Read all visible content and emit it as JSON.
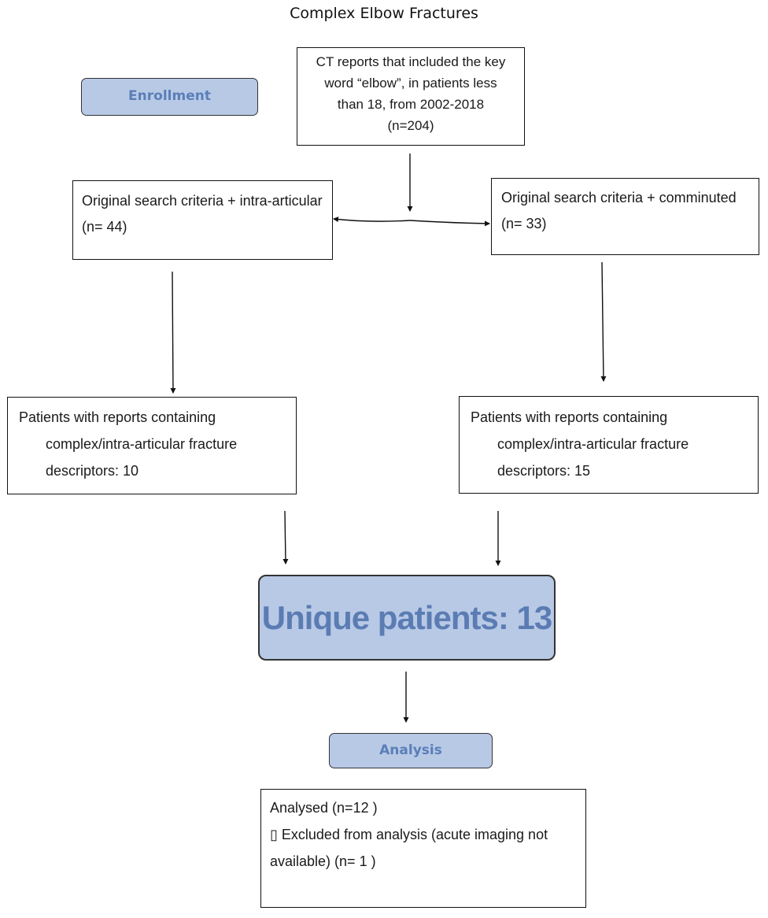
{
  "title": "Complex Elbow Fractures",
  "labels": {
    "enrollment": "Enrollment",
    "analysis": "Analysis"
  },
  "nodes": {
    "ct_reports": {
      "lines": [
        "CT reports that included the key",
        "word “elbow”, in patients less",
        "than 18, from 2002-2018",
        "(n=204)"
      ]
    },
    "intra_articular": {
      "lines": [
        "Original search criteria + intra-articular",
        "(n= 44)"
      ]
    },
    "comminuted": {
      "lines": [
        "Original search criteria + comminuted",
        "(n= 33)"
      ]
    },
    "left_patients": {
      "lines": [
        "Patients with reports containing",
        "complex/intra-articular fracture",
        "descriptors: 10"
      ]
    },
    "right_patients": {
      "lines": [
        "Patients with reports containing",
        "complex/intra-articular fracture",
        "descriptors: 15"
      ]
    },
    "unique": {
      "text": "Unique patients: 13"
    },
    "analysed": {
      "lines": [
        "Analysed  (n=12 )",
        "▯ Excluded from analysis (acute imaging not",
        "available) (n= 1 )"
      ]
    }
  },
  "colors": {
    "pill_fill": "#b8c9e6",
    "pill_text": "#5a7fb7",
    "line": "#111111"
  }
}
